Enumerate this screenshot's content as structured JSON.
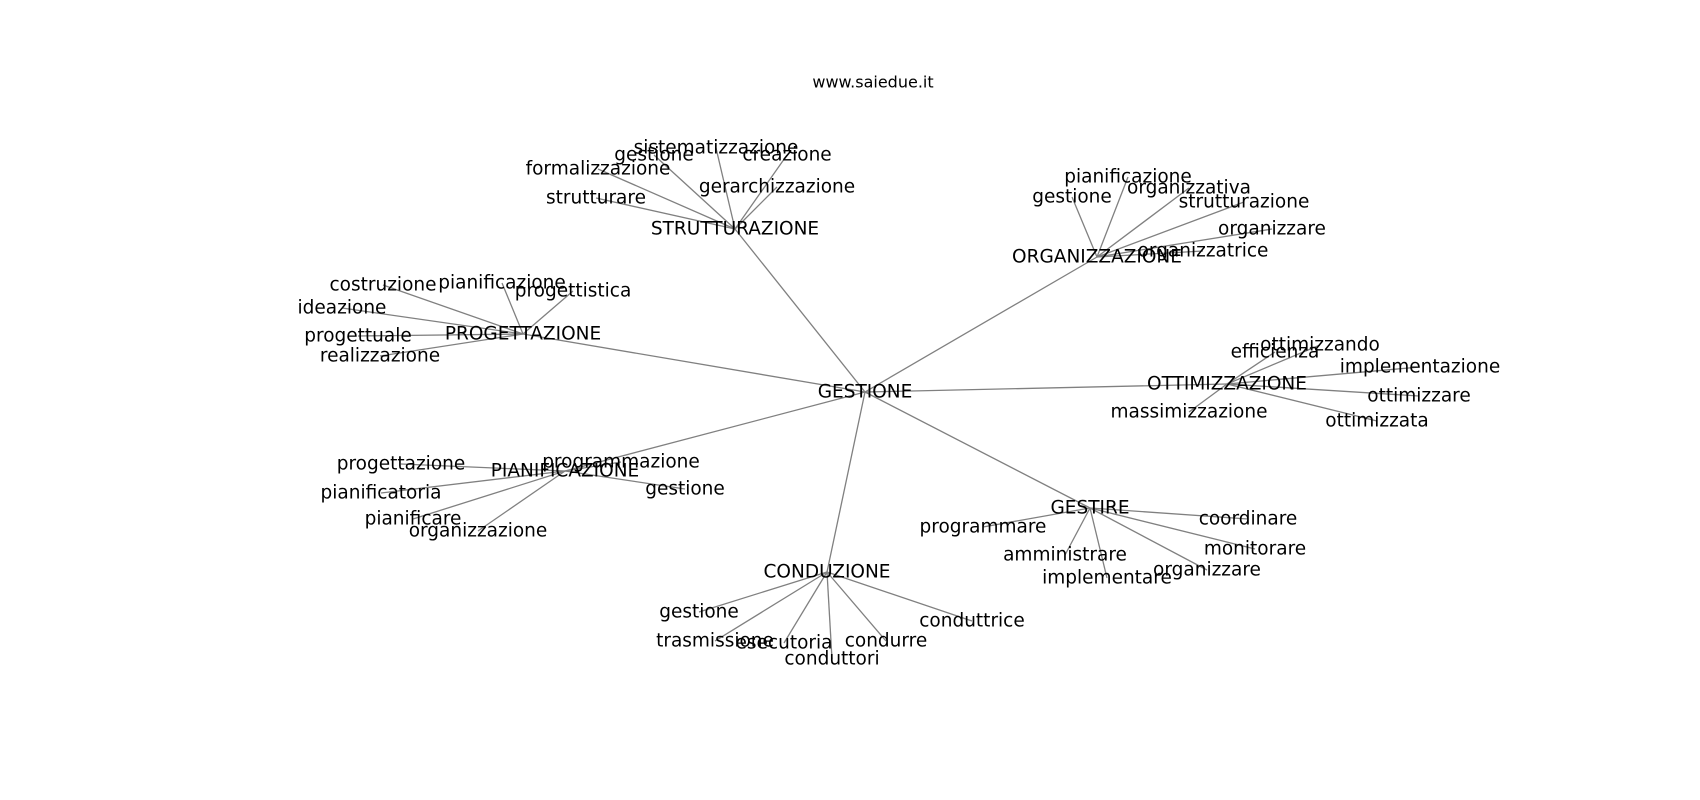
{
  "watermark": "www.saiedue.it",
  "graph": {
    "center": "GESTIONE",
    "hubs": [
      {
        "label": "STRUTTURAZIONE",
        "leaves": [
          "sistematizzazione",
          "gestione",
          "creazione",
          "formalizzazione",
          "gerarchizzazione",
          "strutturare"
        ]
      },
      {
        "label": "ORGANIZZAZIONE",
        "leaves": [
          "pianificazione",
          "gestione",
          "organizzativa",
          "strutturazione",
          "organizzare",
          "organizzatrice"
        ]
      },
      {
        "label": "PROGETTAZIONE",
        "leaves": [
          "costruzione",
          "pianificazione",
          "progettistica",
          "ideazione",
          "progettuale",
          "realizzazione"
        ]
      },
      {
        "label": "OTTIMIZZAZIONE",
        "leaves": [
          "efficienza",
          "ottimizzando",
          "implementazione",
          "ottimizzare",
          "massimizzazione",
          "ottimizzata"
        ]
      },
      {
        "label": "PIANIFICAZIONE",
        "leaves": [
          "progettazione",
          "programmazione",
          "pianificatoria",
          "gestione",
          "pianificare",
          "organizzazione"
        ]
      },
      {
        "label": "GESTIRE",
        "leaves": [
          "programmare",
          "coordinare",
          "amministrare",
          "monitorare",
          "implementare",
          "organizzare"
        ]
      },
      {
        "label": "CONDUZIONE",
        "leaves": [
          "gestione",
          "conduttrice",
          "trasmissione",
          "esecutoria",
          "condurre",
          "conduttori"
        ]
      }
    ]
  }
}
